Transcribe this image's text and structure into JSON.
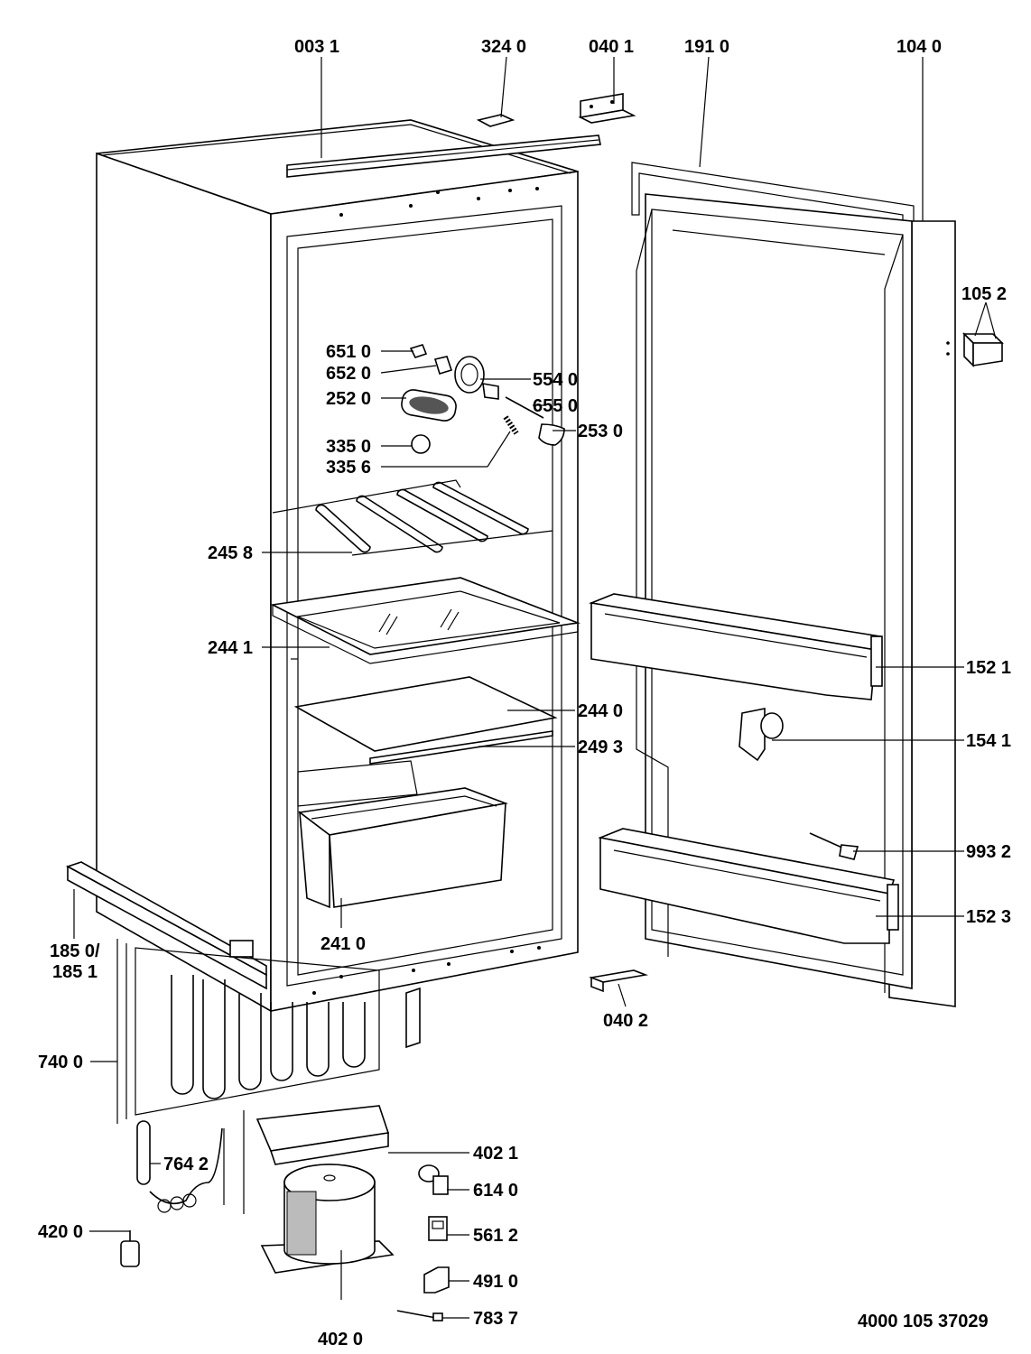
{
  "labels": {
    "p003_1": "003 1",
    "p324_0": "324 0",
    "p040_1": "040 1",
    "p191_0": "191 0",
    "p104_0": "104 0",
    "p105_2": "105 2",
    "p651_0": "651 0",
    "p652_0": "652 0",
    "p252_0": "252 0",
    "p335_0": "335 0",
    "p335_6": "335 6",
    "p554_0": "554 0",
    "p655_0": "655 0",
    "p253_0": "253 0",
    "p245_8": "245 8",
    "p244_1": "244 1",
    "p244_0": "244 0",
    "p249_3": "249 3",
    "p241_0": "241 0",
    "p152_1": "152 1",
    "p154_1": "154 1",
    "p993_2": "993 2",
    "p152_3": "152 3",
    "p185_0": "185 0/",
    "p185_1": "185 1",
    "p040_2": "040 2",
    "p740_0": "740 0",
    "p402_1": "402 1",
    "p614_0": "614 0",
    "p764_2": "764 2",
    "p561_2": "561 2",
    "p420_0": "420 0",
    "p491_0": "491 0",
    "p783_7": "783 7",
    "p402_0": "402 0"
  },
  "document_number": "4000 105 37029"
}
